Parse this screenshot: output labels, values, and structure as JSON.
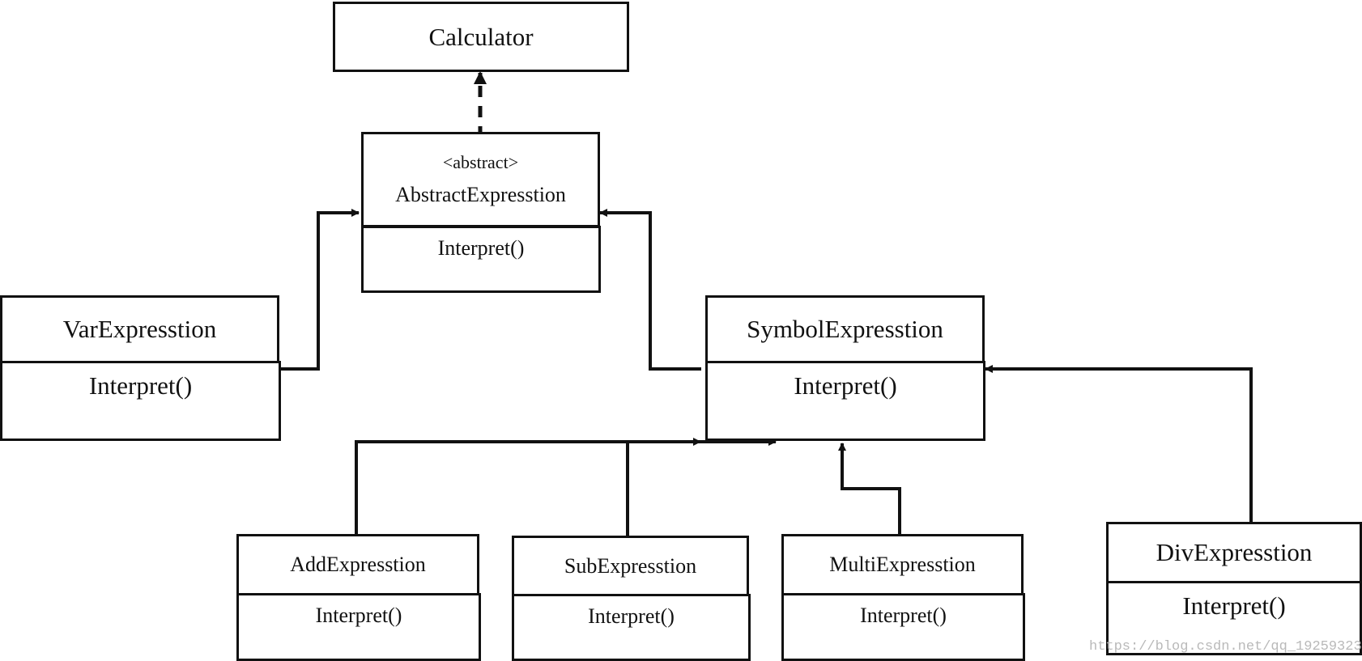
{
  "calculator": {
    "name": "Calculator"
  },
  "abstract_expression": {
    "stereotype": "<abstract>",
    "name": "AbstractExpresstion",
    "method": "Interpret()"
  },
  "var_expression": {
    "name": "VarExpresstion",
    "method": "Interpret()"
  },
  "symbol_expression": {
    "name": "SymbolExpresstion",
    "method": "Interpret()"
  },
  "add_expression": {
    "name": "AddExpresstion",
    "method": "Interpret()"
  },
  "sub_expression": {
    "name": "SubExpresstion",
    "method": "Interpret()"
  },
  "multi_expression": {
    "name": "MultiExpresstion",
    "method": "Interpret()"
  },
  "div_expression": {
    "name": "DivExpresstion",
    "method": "Interpret()"
  },
  "watermark": {
    "text": "https://blog.csdn.net/qq_19259323"
  },
  "colors": {
    "line": "#111111",
    "background": "#ffffff",
    "watermark": "#b9b9b9"
  }
}
